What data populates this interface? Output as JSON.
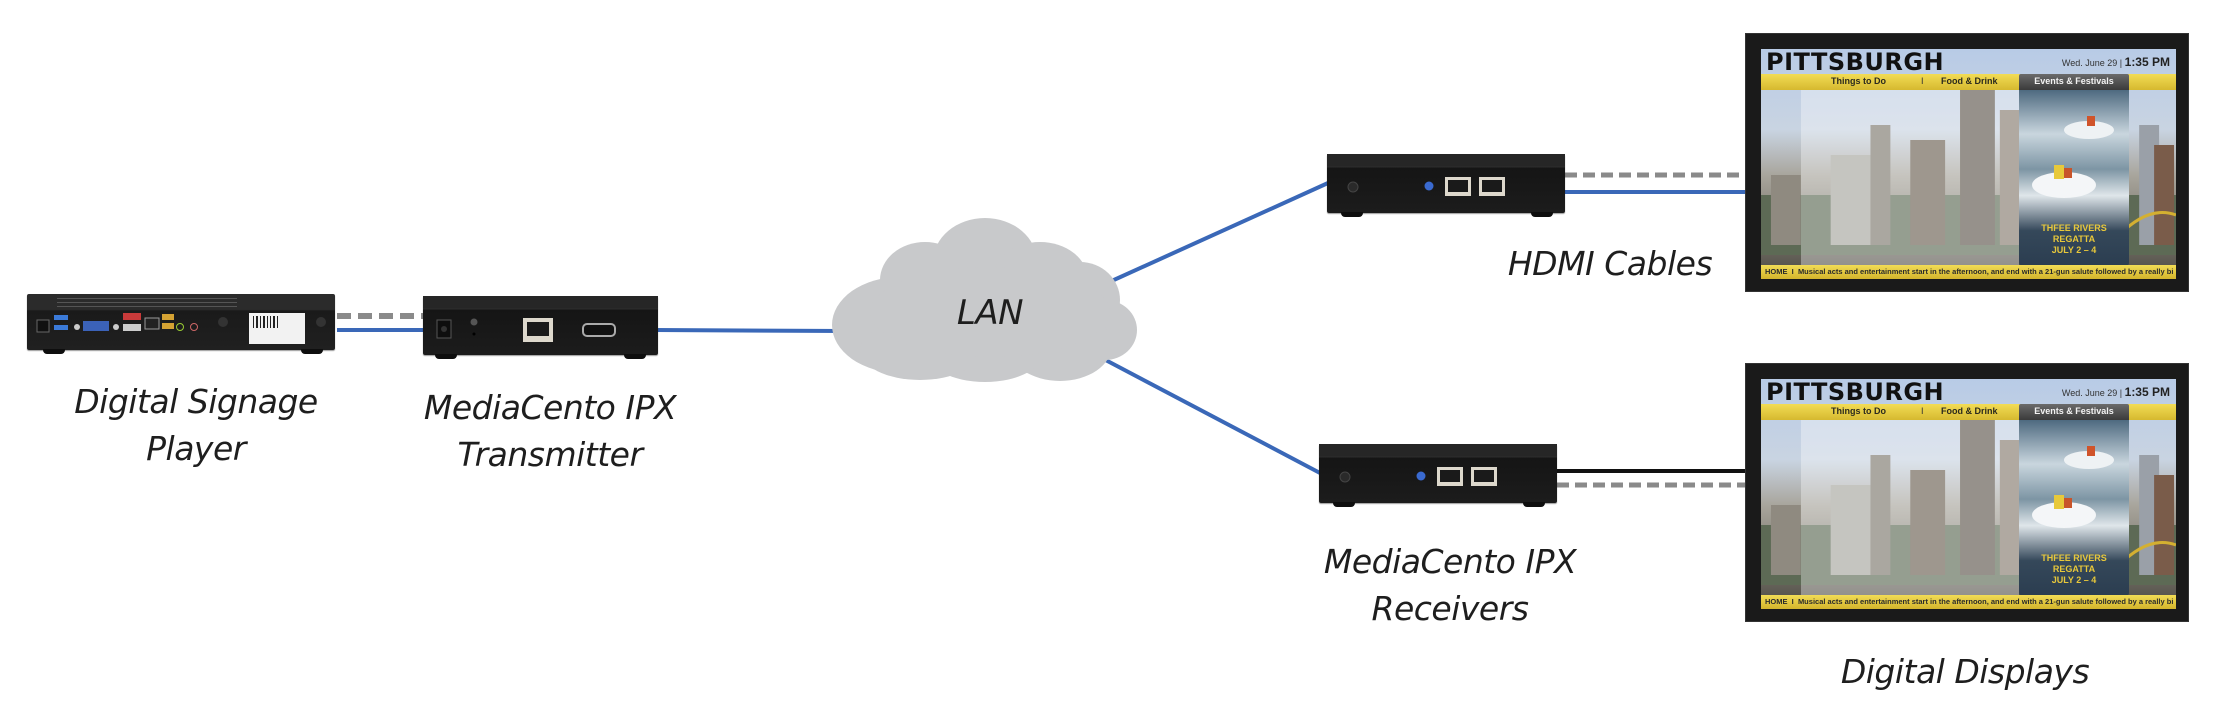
{
  "diagram": {
    "type": "network-topology",
    "nodes": [
      {
        "id": "player",
        "label_lines": [
          "Digital Signage",
          "Player"
        ]
      },
      {
        "id": "transmitter",
        "label_lines": [
          "MediaCento IPX",
          "Transmitter"
        ]
      },
      {
        "id": "lan",
        "label": "LAN"
      },
      {
        "id": "receivers",
        "label_lines": [
          "MediaCento IPX",
          "Receivers"
        ]
      },
      {
        "id": "displays",
        "label": "Digital Displays"
      }
    ],
    "annotations": {
      "hdmi_cables": "HDMI Cables"
    },
    "colors": {
      "network_line": "#3a68b8",
      "hdmi_dashed": "#8a8a8a",
      "cloud": "#c8c9cb",
      "label_text": "#1e1e1e",
      "device_body": "#1c1c1c"
    },
    "connections": [
      {
        "from": "player",
        "to": "transmitter",
        "styles": [
          "dashed-gray",
          "solid-blue"
        ]
      },
      {
        "from": "transmitter",
        "to": "lan",
        "styles": [
          "solid-blue"
        ]
      },
      {
        "from": "lan",
        "to": "receiver-1",
        "styles": [
          "solid-blue"
        ]
      },
      {
        "from": "lan",
        "to": "receiver-2",
        "styles": [
          "solid-blue"
        ]
      },
      {
        "from": "receiver-1",
        "to": "display-1",
        "styles": [
          "dashed-gray",
          "solid-blue"
        ]
      },
      {
        "from": "receiver-2",
        "to": "display-2",
        "styles": [
          "solid-black",
          "dashed-gray"
        ]
      }
    ]
  },
  "screen_content": {
    "title": "PITTSBURGH",
    "date": "Wed. June 29",
    "separator": "|",
    "time": "1:35 PM",
    "nav": [
      "Things to Do",
      "Food & Drink",
      "Events & Festivals"
    ],
    "nav_separator": "I",
    "active_nav": "Events & Festivals",
    "promo_line1": "THFEE RIVERS REGATTA",
    "promo_line2": "JULY 2 – 4",
    "ticker_home": "HOME",
    "ticker_sep": "I",
    "ticker_text": "Musical acts and entertainment start in the afternoon, and end with a 21-gun salute followed by a really bi"
  }
}
